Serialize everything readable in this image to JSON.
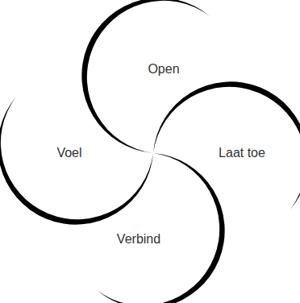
{
  "diagram": {
    "labels": [
      "Open",
      "Voel",
      "Laat toe",
      "Verbind"
    ]
  }
}
